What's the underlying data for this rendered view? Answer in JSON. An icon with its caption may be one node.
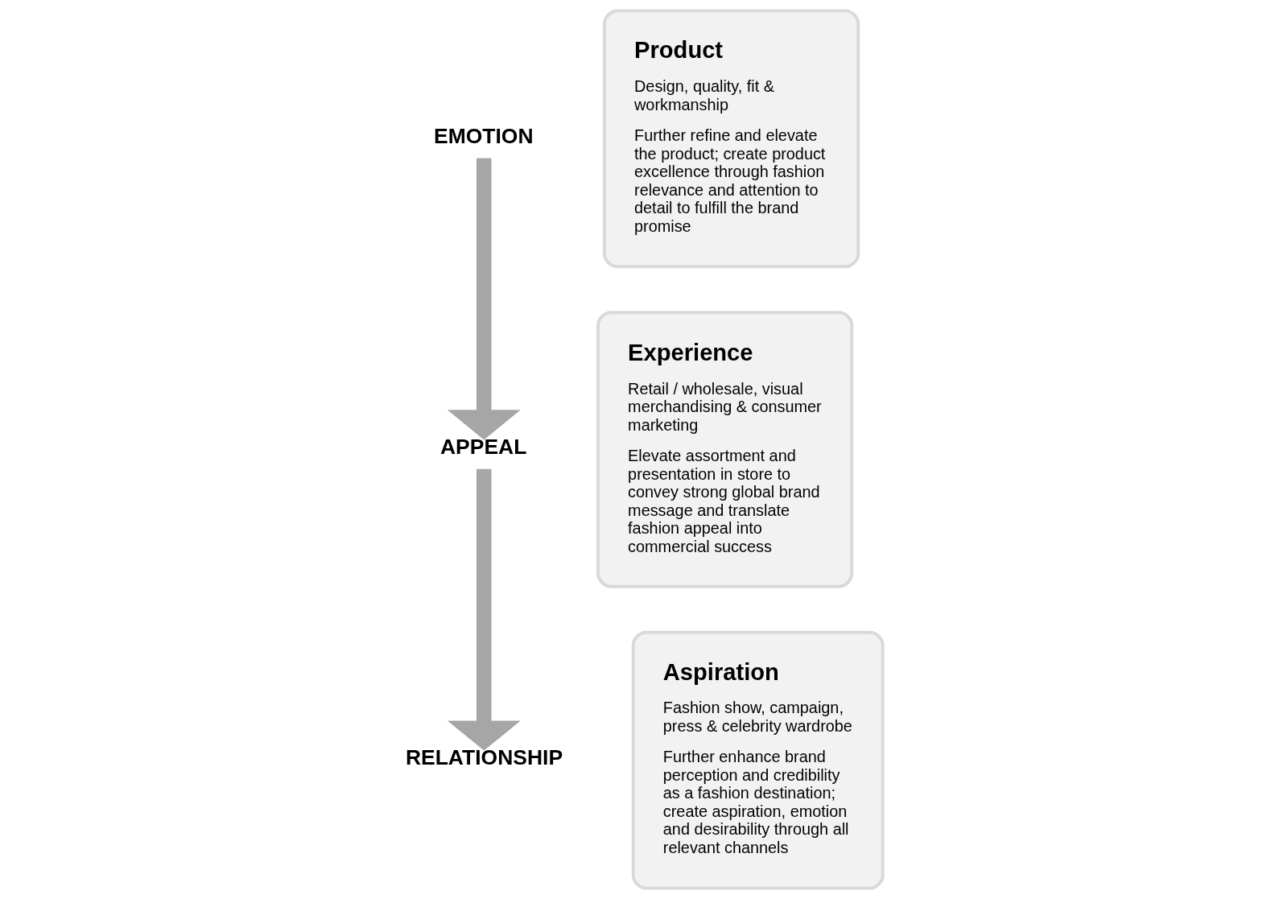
{
  "diagram": {
    "nodes": [
      {
        "text": [
          "EMOTION"
        ]
      },
      {
        "text": [
          "Product",
          "Design, quality, fit & workmanship",
          "Further refine and elevate the product; create product excellence through fashion relevance and attention to detail to fulfill the brand promise"
        ]
      },
      {
        "text": [
          "Experience",
          "Retail / wholesale, visual merchandising & consumer marketing",
          "Elevate assortment and presentation in store to convey strong global brand message and translate fashion appeal into commercial success"
        ]
      },
      {
        "text": [
          "APPEAL"
        ]
      },
      {
        "text": [
          "Aspiration",
          "Fashion show, campaign, press & celebrity wardrobe",
          "Further enhance brand perception and credibility as a fashion destination; create aspiration, emotion and desirability through all relevant channels"
        ]
      },
      {
        "text": [
          "RELATIONSHIP"
        ]
      }
    ],
    "edges": [
      {
        "from": 0,
        "to": 3,
        "arrow": "to"
      },
      {
        "from": 3,
        "to": 5,
        "arrow": "to"
      }
    ]
  }
}
